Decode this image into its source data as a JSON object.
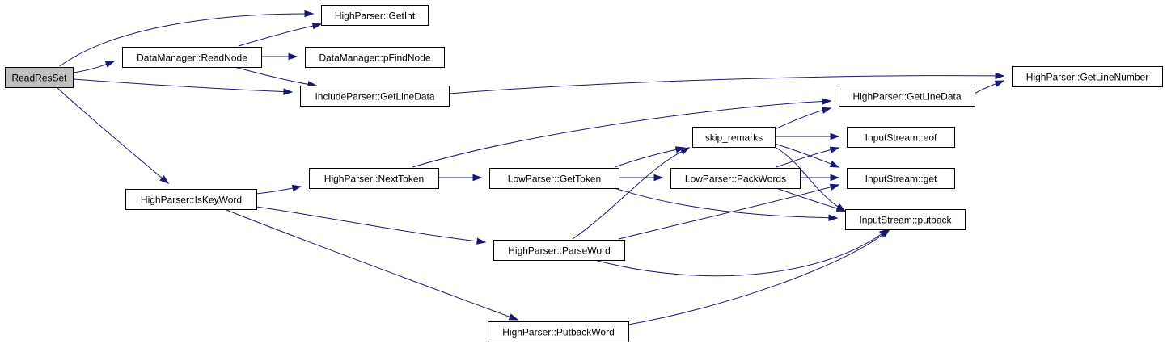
{
  "graph": {
    "type": "call-graph",
    "edge_color": "#191970",
    "root_fill": "#bfbfbf",
    "nodes": [
      {
        "id": "readresset",
        "label": "ReadResSet",
        "root": true
      },
      {
        "id": "hp-getint",
        "label": "HighParser::GetInt"
      },
      {
        "id": "dm-readnode",
        "label": "DataManager::ReadNode"
      },
      {
        "id": "dm-pfindnode",
        "label": "DataManager::pFindNode"
      },
      {
        "id": "ip-getlinedata",
        "label": "IncludeParser::GetLineData"
      },
      {
        "id": "hp-getlinenumber",
        "label": "HighParser::GetLineNumber"
      },
      {
        "id": "hp-getlinedata",
        "label": "HighParser::GetLineData"
      },
      {
        "id": "skip-remarks",
        "label": "skip_remarks"
      },
      {
        "id": "is-eof",
        "label": "InputStream::eof"
      },
      {
        "id": "hp-nexttoken",
        "label": "HighParser::NextToken"
      },
      {
        "id": "lp-gettoken",
        "label": "LowParser::GetToken"
      },
      {
        "id": "lp-packwords",
        "label": "LowParser::PackWords"
      },
      {
        "id": "is-get",
        "label": "InputStream::get"
      },
      {
        "id": "hp-iskeyword",
        "label": "HighParser::IsKeyWord"
      },
      {
        "id": "is-putback",
        "label": "InputStream::putback"
      },
      {
        "id": "hp-parseword",
        "label": "HighParser::ParseWord"
      },
      {
        "id": "hp-putbackword",
        "label": "HighParser::PutbackWord"
      }
    ],
    "edges": [
      {
        "from": "readresset",
        "to": "hp-getint"
      },
      {
        "from": "readresset",
        "to": "dm-readnode"
      },
      {
        "from": "readresset",
        "to": "ip-getlinedata"
      },
      {
        "from": "readresset",
        "to": "hp-iskeyword"
      },
      {
        "from": "dm-readnode",
        "to": "hp-getint"
      },
      {
        "from": "dm-readnode",
        "to": "dm-pfindnode"
      },
      {
        "from": "dm-readnode",
        "to": "ip-getlinedata"
      },
      {
        "from": "ip-getlinedata",
        "to": "hp-getlinenumber"
      },
      {
        "from": "hp-getlinedata",
        "to": "hp-getlinenumber"
      },
      {
        "from": "hp-iskeyword",
        "to": "hp-nexttoken"
      },
      {
        "from": "hp-iskeyword",
        "to": "hp-parseword"
      },
      {
        "from": "hp-iskeyword",
        "to": "hp-putbackword"
      },
      {
        "from": "hp-nexttoken",
        "to": "hp-getlinedata"
      },
      {
        "from": "hp-nexttoken",
        "to": "lp-gettoken"
      },
      {
        "from": "lp-gettoken",
        "to": "skip-remarks"
      },
      {
        "from": "lp-gettoken",
        "to": "lp-packwords"
      },
      {
        "from": "lp-gettoken",
        "to": "is-putback"
      },
      {
        "from": "skip-remarks",
        "to": "hp-getlinedata"
      },
      {
        "from": "skip-remarks",
        "to": "is-eof"
      },
      {
        "from": "skip-remarks",
        "to": "is-get"
      },
      {
        "from": "skip-remarks",
        "to": "is-putback"
      },
      {
        "from": "lp-packwords",
        "to": "is-eof"
      },
      {
        "from": "lp-packwords",
        "to": "is-get"
      },
      {
        "from": "lp-packwords",
        "to": "is-putback"
      },
      {
        "from": "hp-parseword",
        "to": "skip-remarks"
      },
      {
        "from": "hp-parseword",
        "to": "is-get"
      },
      {
        "from": "hp-parseword",
        "to": "is-putback"
      },
      {
        "from": "hp-putbackword",
        "to": "is-putback"
      }
    ]
  }
}
